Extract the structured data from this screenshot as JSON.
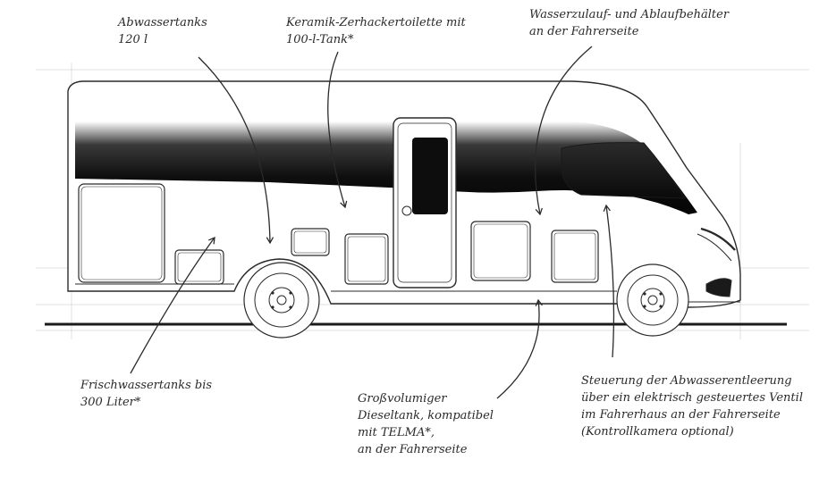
{
  "colors": {
    "ink": "#2a2a2a",
    "shade": "#111111",
    "paper": "#ffffff"
  },
  "annotations": [
    {
      "id": "abwassertanks",
      "lines": [
        "Abwassertanks",
        "120 l"
      ]
    },
    {
      "id": "toilette",
      "lines": [
        "Keramik-Zerhackertoilette mit",
        "100-l-Tank*"
      ]
    },
    {
      "id": "wasserzulauf",
      "lines": [
        "Wasserzulauf- und Ablaufbehälter",
        "an der Fahrerseite"
      ]
    },
    {
      "id": "frischwasser",
      "lines": [
        "Frischwassertanks bis",
        "300 Liter*"
      ]
    },
    {
      "id": "dieseltank",
      "lines": [
        "Großvolumiger",
        "Dieseltank, kompatibel",
        "mit TELMA*,",
        "an der Fahrerseite"
      ]
    },
    {
      "id": "steuerung",
      "lines": [
        "Steuerung der Abwasserentleerung",
        "über ein elektrisch gesteuertes Ventil",
        "im Fahrerhaus an der Fahrerseite",
        "(Kontrollkamera optional)"
      ]
    }
  ]
}
